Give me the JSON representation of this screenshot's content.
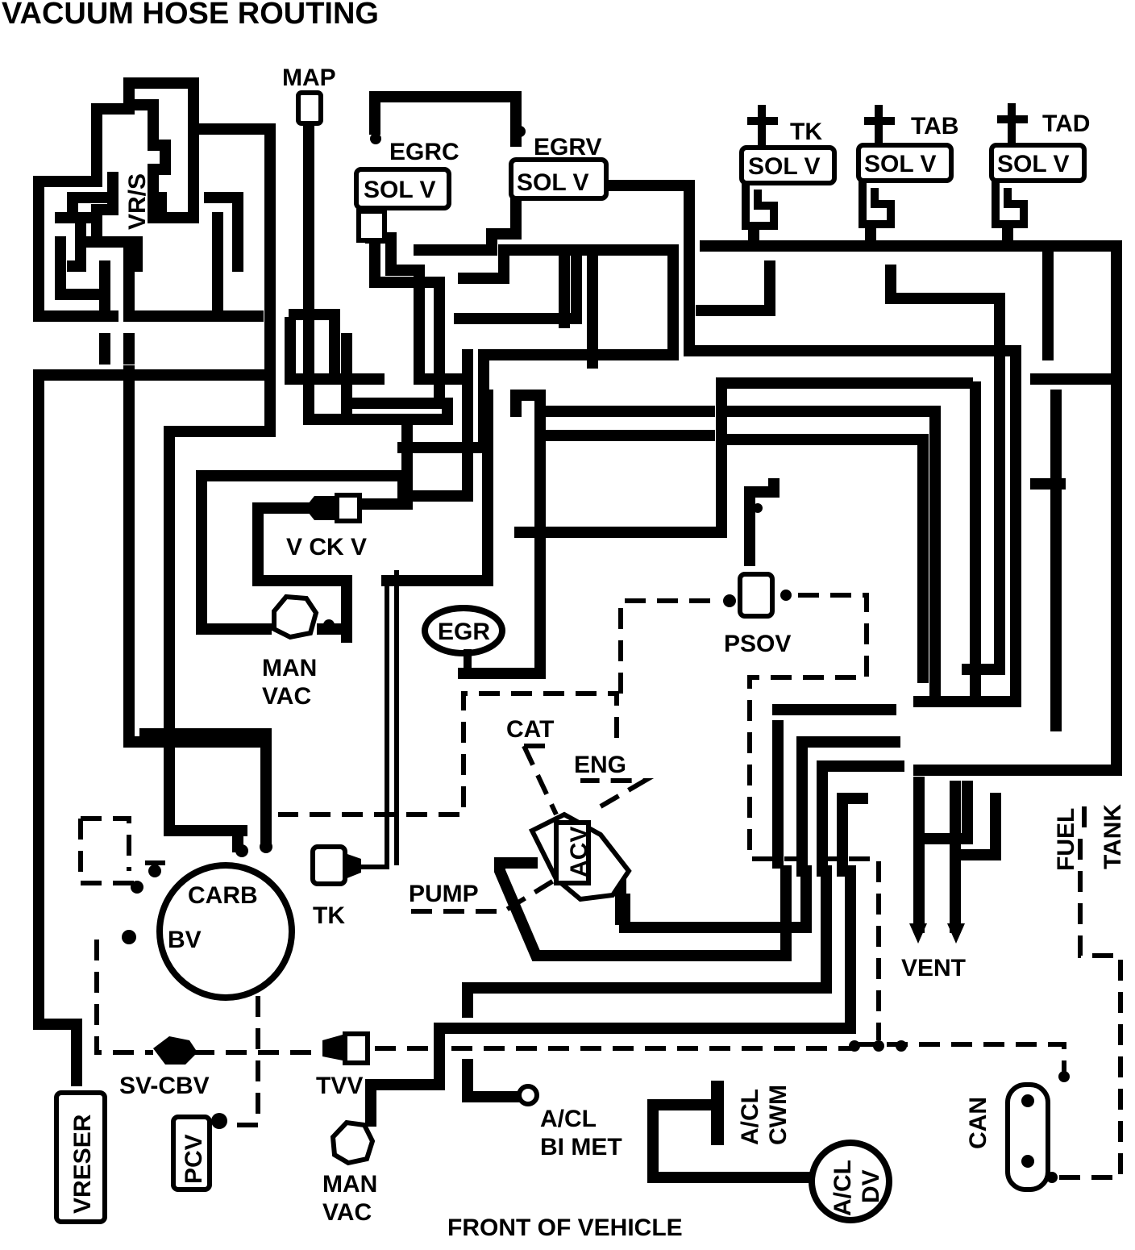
{
  "title": "VACUUM HOSE ROUTING",
  "labels": {
    "map": "MAP",
    "vrs": "VR/S",
    "egrc": "EGRC",
    "egrv": "EGRV",
    "sol_v_egrc": "SOL V",
    "sol_v_egrv": "SOL V",
    "tk_top": "TK",
    "tab": "TAB",
    "tad": "TAD",
    "sol_v_tk": "SOL V",
    "sol_v_tab": "SOL V",
    "sol_v_tad": "SOL V",
    "v_ck_v": "V CK V",
    "egr": "EGR",
    "psov": "PSOV",
    "man_vac_upper_1": "MAN",
    "man_vac_upper_2": "VAC",
    "cat": "CAT",
    "eng": "ENG",
    "acv": "ACV",
    "pump": "PUMP",
    "carb": "CARB",
    "bv": "BV",
    "tk_lower": "TK",
    "fuel": "FUEL",
    "tank": "TANK",
    "vent": "VENT",
    "sv_cbv": "SV-CBV",
    "tvv": "TVV",
    "vreser": "VRESER",
    "pcv": "PCV",
    "man_vac_lower_1": "MAN",
    "man_vac_lower_2": "VAC",
    "acl_bimet_1": "A/CL",
    "acl_bimet_2": "BI MET",
    "acl_cwm_1": "A/CL",
    "acl_cwm_2": "CWM",
    "acl_dv_1": "A/CL",
    "acl_dv_2": "DV",
    "can": "CAN",
    "front_of_vehicle": "FRONT OF VEHICLE"
  }
}
